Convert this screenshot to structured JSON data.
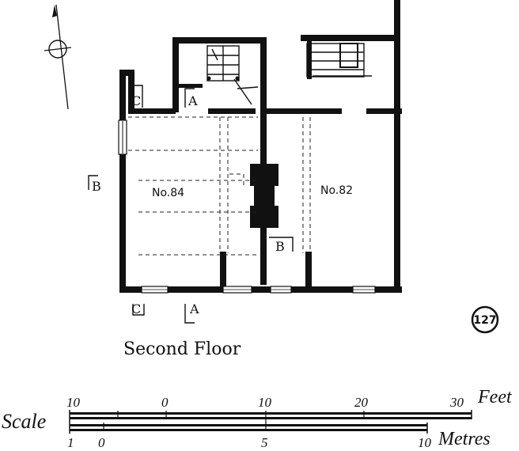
{
  "plan": {
    "title": "Second Floor",
    "plate_number": "127",
    "rooms": [
      "No.84",
      "No.82"
    ],
    "section_markers": {
      "a_top": "A",
      "a_bottom": "A",
      "b_left": "B",
      "b_right": "B",
      "c_top": "C",
      "c_bottom": "C"
    }
  },
  "scale": {
    "label": "Scale",
    "feet_ticks": [
      "10",
      "0",
      "10",
      "20",
      "30"
    ],
    "feet_unit": "Feet",
    "metre_ticks": [
      "1",
      "0",
      "5",
      "10"
    ],
    "metre_unit": "Metres"
  }
}
